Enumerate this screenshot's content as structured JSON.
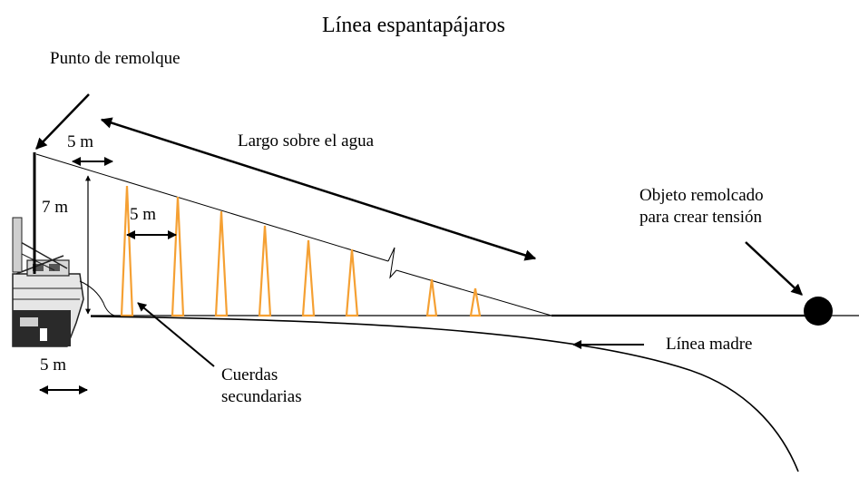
{
  "title": "Línea espantapájaros",
  "labels": {
    "tow_point": "Punto de remolque",
    "aerial_length": "Largo sobre el agua",
    "towed_object_line1": "Objeto remolcado",
    "towed_object_line2": "para crear tensión",
    "mainline": "Línea madre",
    "branch_lines_line1": "Cuerdas",
    "branch_lines_line2": "secundarias"
  },
  "dimensions": {
    "height": "7 m",
    "first_streamer_offset": "5 m",
    "streamer_spacing": "5 m",
    "stern_offset": "5 m"
  },
  "colors": {
    "streamer": "#f5a033",
    "line": "#000000",
    "background": "#ffffff"
  },
  "icons": {
    "vessel": "fishing-vessel-icon",
    "towed_object": "buoy-icon"
  }
}
